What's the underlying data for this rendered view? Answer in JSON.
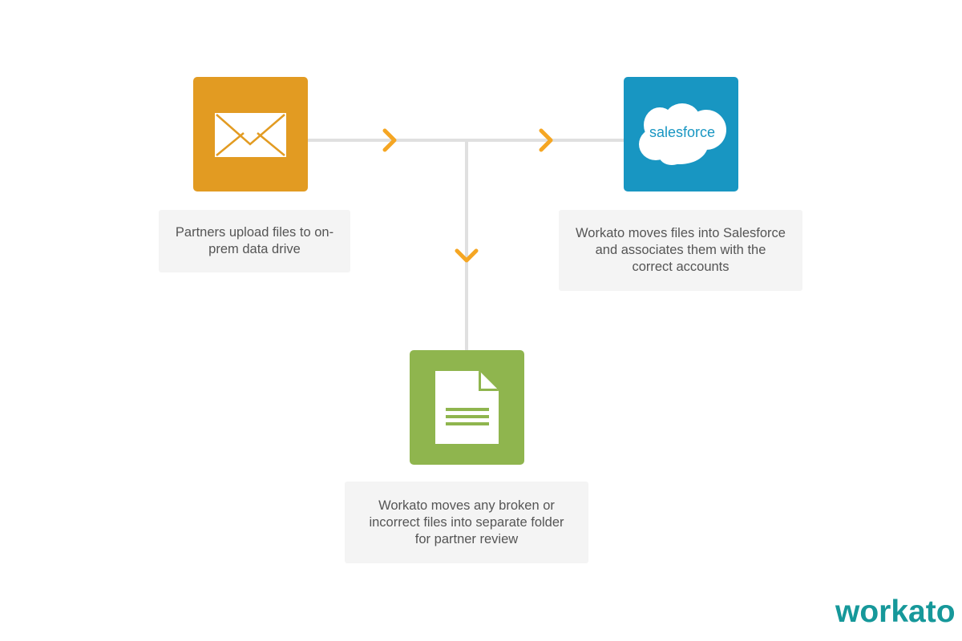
{
  "colors": {
    "email": "#e29b22",
    "salesforce": "#1896c2",
    "document": "#8fb54e",
    "arrow": "#f5a623",
    "connector": "#e0e0e0",
    "brand": "#16989a"
  },
  "steps": [
    {
      "icon": "envelope-icon",
      "caption": "Partners upload files to on-prem data drive"
    },
    {
      "icon": "salesforce-cloud-icon",
      "logo_text": "salesforce",
      "caption": "Workato moves files into Salesforce and associates them with the correct accounts"
    },
    {
      "icon": "document-icon",
      "caption": "Workato moves any broken or incorrect files into separate folder for partner review"
    }
  ],
  "brand": {
    "name": "workato"
  }
}
